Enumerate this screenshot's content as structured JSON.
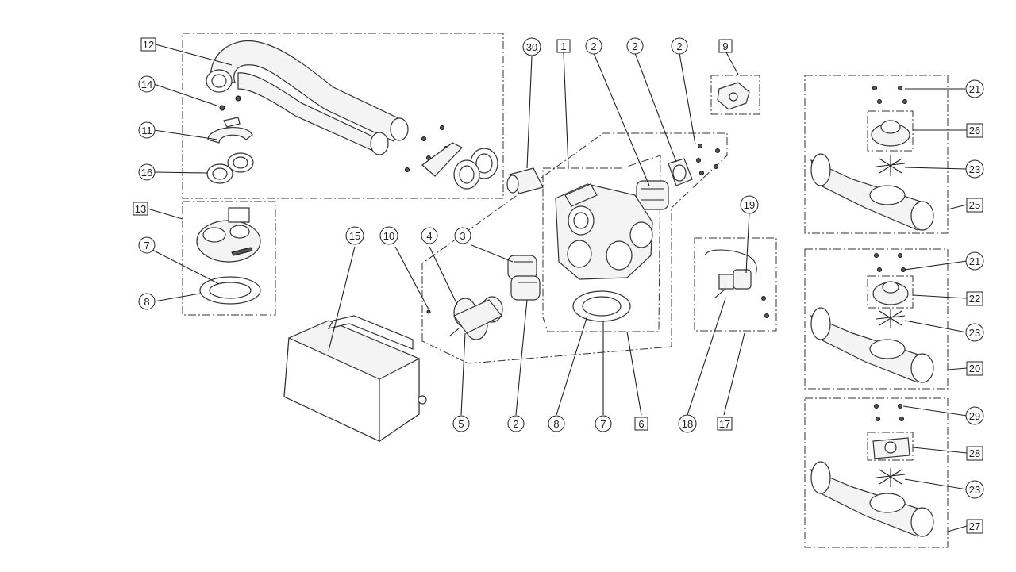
{
  "callouts": {
    "c12": "12",
    "c14": "14",
    "c11": "11",
    "c16": "16",
    "c13": "13",
    "c7a": "7",
    "c8a": "8",
    "c15": "15",
    "c10": "10",
    "c4": "4",
    "c3": "3",
    "c30": "30",
    "c1": "1",
    "c2a": "2",
    "c2b": "2",
    "c2c": "2",
    "c9": "9",
    "c5": "5",
    "c2d": "2",
    "c8b": "8",
    "c7b": "7",
    "c6": "6",
    "c19": "19",
    "c18": "18",
    "c17": "17",
    "c21a": "21",
    "c26": "26",
    "c23a": "23",
    "c25": "25",
    "c21b": "21",
    "c22": "22",
    "c23b": "23",
    "c20": "20",
    "c29": "29",
    "c28": "28",
    "c23c": "23",
    "c27": "27"
  },
  "colors": {
    "line": "#222222",
    "fill": "#f4f4f4",
    "background": "#ffffff"
  }
}
